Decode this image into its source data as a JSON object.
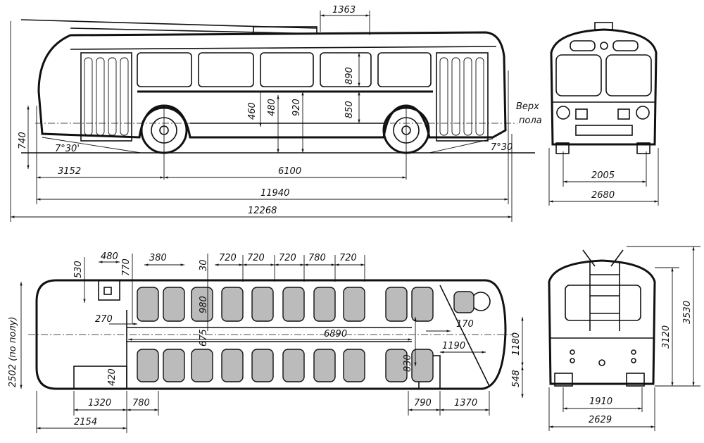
{
  "side_view": {
    "pantograph_base": "1363",
    "window_height": "890",
    "floor_to_window": "850",
    "step_460": "460",
    "step_480": "480",
    "floor_height": "920",
    "floor_top_label_1": "Верх",
    "floor_top_label_2": "пола",
    "bumper_height": "740",
    "front_angle": "7°30'",
    "rear_angle": "7°30",
    "front_overhang": "3152",
    "wheelbase": "6100",
    "body_length": "11940",
    "overall_length": "12268"
  },
  "front_view": {
    "track": "2005",
    "width": "2680"
  },
  "plan_view": {
    "dim_530": "530",
    "dim_480": "480",
    "dim_770": "770",
    "seat_pitch_380": "380",
    "dim_30": "30",
    "pitches": [
      "720",
      "720",
      "720",
      "780",
      "720"
    ],
    "dim_270": "270",
    "seat_width": "980",
    "aisle": "675",
    "floor_length": "6890",
    "dim_170": "170",
    "dim_1190": "1190",
    "dim_1180": "1180",
    "dim_830": "830",
    "dim_548": "548",
    "dim_420": "420",
    "floor_width": "2502 (по полу)",
    "front_door": "1320",
    "dim_780": "780",
    "dim_2154": "2154",
    "dim_790": "790",
    "rear_door": "1370"
  },
  "rear_view": {
    "height_overall": "3530",
    "height_body": "3120",
    "track": "1910",
    "width": "2629"
  }
}
